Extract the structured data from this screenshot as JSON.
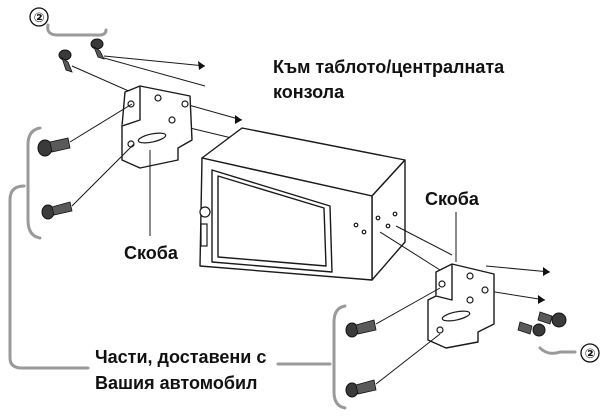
{
  "labels": {
    "to_dashboard": "Към таблото/централната",
    "to_console": "конзола",
    "bracket_left": "Скоба",
    "bracket_right": "Скоба",
    "parts_line1": "Части, доставени с",
    "parts_line2": "Вашия автомобил",
    "callout_top": "②",
    "callout_bottom": "②"
  },
  "colors": {
    "line": "#1a1a1a",
    "bracket_grey": "#9a9a9a",
    "screw": "#3a3a3a"
  }
}
